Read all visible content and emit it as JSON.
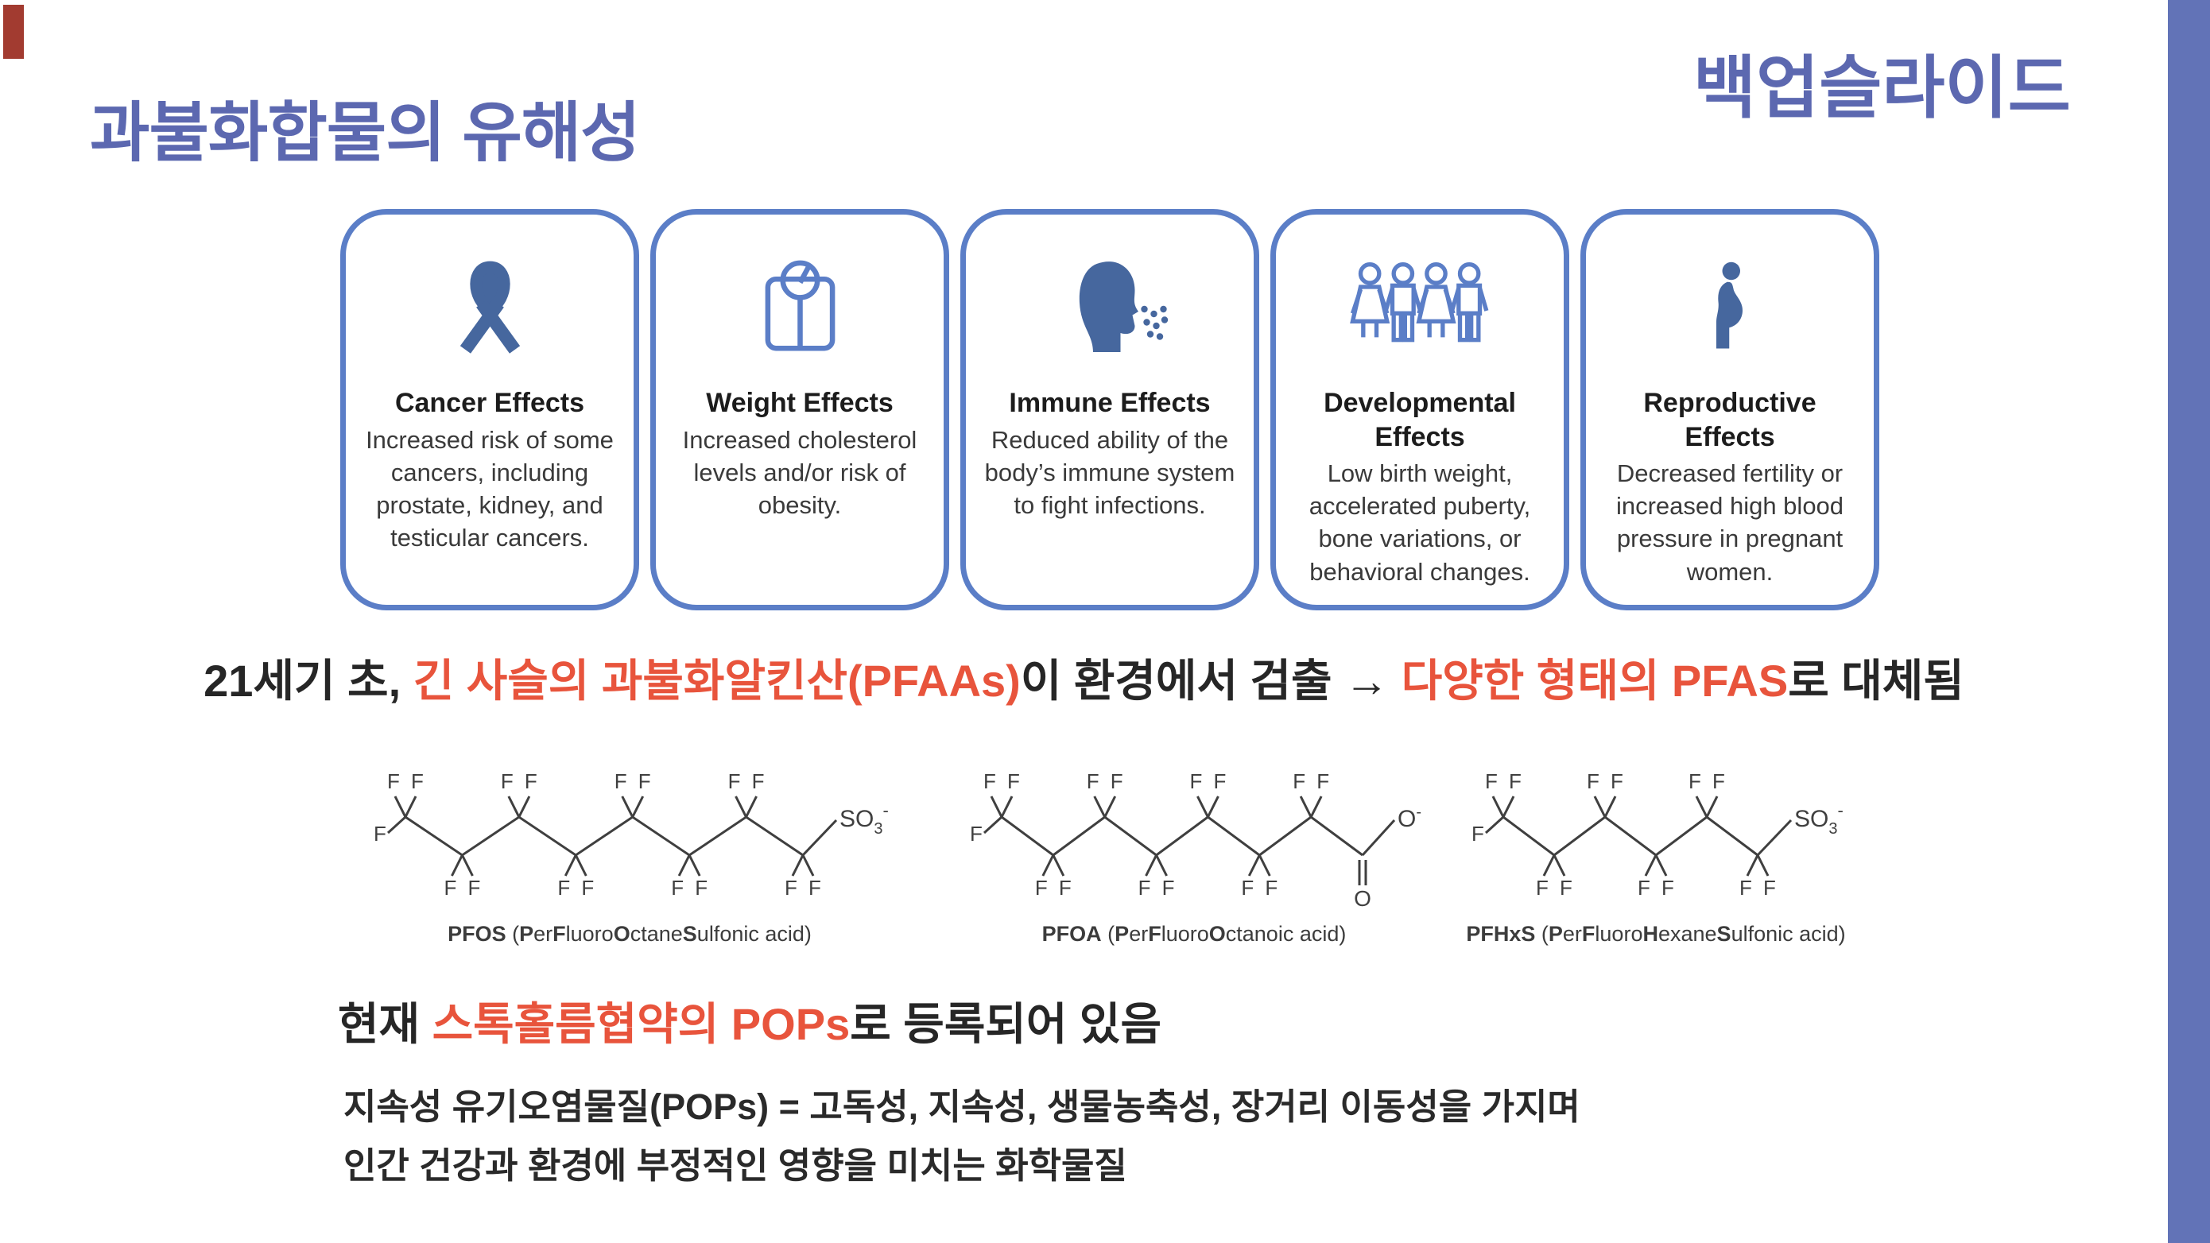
{
  "slide": {
    "title": "과불화합물의 유해성",
    "corner_label": "백업슬라이드"
  },
  "colors": {
    "accent_blue": "#5c68b0",
    "side_bar_blue": "#6273b7",
    "card_border_blue": "#5b7ec7",
    "icon_blue_solid": "#46679e",
    "highlight_red": "#e8543c",
    "corner_red": "#a23b30",
    "text_dark": "#262626"
  },
  "effect_cards": [
    {
      "icon": "cancer-ribbon",
      "title": "Cancer Effects",
      "body": "Increased risk of some cancers, including prostate, kidney, and testicular cancers."
    },
    {
      "icon": "weight-scale",
      "title": "Weight Effects",
      "body": "Increased cholesterol levels and/or risk of obesity."
    },
    {
      "icon": "sneezing-head",
      "title": "Immune Effects",
      "body": "Reduced ability of the body’s immune system to fight infections."
    },
    {
      "icon": "people-group",
      "title": "Developmental Effects",
      "body": "Low birth weight, accelerated puberty, bone variations, or behavioral changes."
    },
    {
      "icon": "pregnant-woman",
      "title": "Reproductive Effects",
      "body": "Decreased fertility or increased high blood pressure in pregnant women."
    }
  ],
  "detection_line": {
    "segments": [
      {
        "t": "21세기 초, "
      },
      {
        "t": "긴 사슬의 과불화알킨산(PFAAs)",
        "c": "red"
      },
      {
        "t": "이 환경에서 검출 → "
      },
      {
        "t": "다양한 형태의 PFAS",
        "c": "red"
      },
      {
        "t": "로 대체됨"
      }
    ]
  },
  "structures": [
    {
      "name": "PFOS",
      "carbons": 8,
      "end_group": "sulfonate",
      "caption": [
        {
          "t": "PFOS",
          "b": 1
        },
        {
          "t": " ("
        },
        {
          "t": "P",
          "b": 1
        },
        {
          "t": "er"
        },
        {
          "t": "F",
          "b": 1
        },
        {
          "t": "luoro"
        },
        {
          "t": "O",
          "b": 1
        },
        {
          "t": "ctane"
        },
        {
          "t": "S",
          "b": 1
        },
        {
          "t": "ulfonic acid)"
        }
      ]
    },
    {
      "name": "PFOA",
      "carbons": 8,
      "end_group": "carboxylate",
      "caption": [
        {
          "t": "PFOA",
          "b": 1
        },
        {
          "t": " ("
        },
        {
          "t": "P",
          "b": 1
        },
        {
          "t": "er"
        },
        {
          "t": "F",
          "b": 1
        },
        {
          "t": "luoro"
        },
        {
          "t": "O",
          "b": 1
        },
        {
          "t": "ctanoic acid)"
        }
      ]
    },
    {
      "name": "PFHxS",
      "carbons": 6,
      "end_group": "sulfonate",
      "caption": [
        {
          "t": "PFHxS",
          "b": 1
        },
        {
          "t": " ("
        },
        {
          "t": "P",
          "b": 1
        },
        {
          "t": "er"
        },
        {
          "t": "F",
          "b": 1
        },
        {
          "t": "luoro"
        },
        {
          "t": "H",
          "b": 1
        },
        {
          "t": "exane"
        },
        {
          "t": "S",
          "b": 1
        },
        {
          "t": "ulfonic acid)"
        }
      ]
    }
  ],
  "stockholm_line": {
    "segments": [
      {
        "t": "현재 "
      },
      {
        "t": "스톡홀름협약의 POPs",
        "c": "red"
      },
      {
        "t": "로 등록되어 있음"
      }
    ]
  },
  "pops_definition": {
    "line1": "지속성 유기오염물질(POPs) = 고독성, 지속성, 생물농축성, 장거리 이동성을 가지며",
    "line2": "인간 건강과 환경에 부정적인 영향을 미치는 화학물질"
  }
}
